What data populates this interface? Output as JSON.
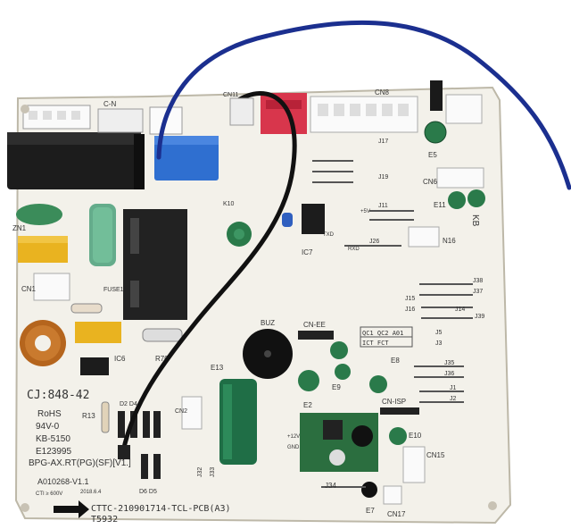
{
  "board": {
    "marking_large": "CJ:848-42",
    "rohs": "RoHS",
    "flammability": "94V-0",
    "kb_code": "KB-5150",
    "ul_code": "E123995",
    "pcb_name": "BPG-AX.RT(PG)(SF)[V1.]",
    "assembly": "A010268-V1.1",
    "rating": "CTI ≥ 600V",
    "date": "2018.6.4",
    "part_number": "CTTC-210901714-TCL-PCB(A3)",
    "batch": "T5932"
  },
  "labels": {
    "cn11": "CN11",
    "cn1": "CN1",
    "cn2": "CN2",
    "cn6": "CN6",
    "cn8": "CN8",
    "cn16": "N16",
    "cn17": "CN17",
    "cn15": "CN15",
    "cn_ee": "CN-EE",
    "cn_isp": "CN-ISP",
    "buz": "BUZ",
    "zn1": "ZN1",
    "fuse1": "FUSE1",
    "ic6": "IC6",
    "ic7": "IC7",
    "r70": "R70",
    "r13": "R13",
    "e5": "E5",
    "e11": "E11",
    "e13": "E13",
    "e7": "E7",
    "e8": "E8",
    "e2": "E2",
    "e9": "E9",
    "e10": "E10",
    "k10": "K10",
    "d6d5": "D6 D5",
    "d2d4": "D2 D4",
    "j34": "J34",
    "j35": "J35",
    "j36": "J36",
    "j37": "J37",
    "j38": "J38",
    "j39": "J39",
    "j17": "J17",
    "j19": "J19",
    "j26": "J26",
    "j14": "J14",
    "j15": "J15",
    "j16": "J16",
    "j1": "J1",
    "j2": "J2",
    "j3": "J3",
    "j5": "J5",
    "j11": "J11",
    "j32": "J32",
    "j33": "J33",
    "qc_row1": "QC1 QC2 A01",
    "qc_row2": "ICT FCT",
    "plus5v": "+5V",
    "plus12v": "+12V",
    "gnd": "GND",
    "txd": "TXD",
    "rxd": "RXD",
    "cn_nc": "C-N",
    "kb_watermark": "KB"
  },
  "colors": {
    "board": "#f3f1ea",
    "wire": "#1b2f8f",
    "black_wire": "#111111",
    "relay_blue": "#2f6fd0",
    "connector_red": "#d8364c",
    "cap_green": "#2a7a4a",
    "transformer_yellow": "#e9b320"
  }
}
